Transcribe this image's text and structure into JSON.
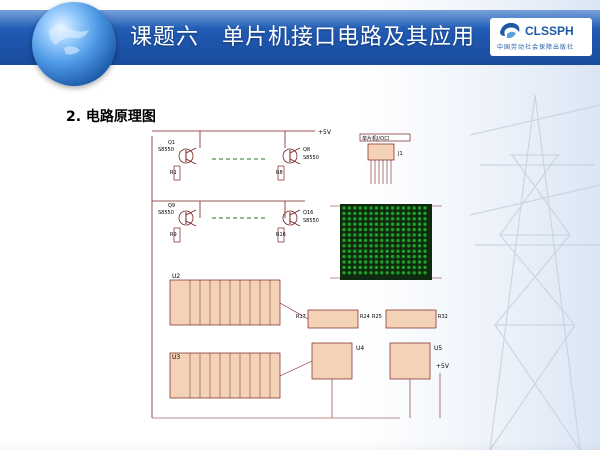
{
  "header": {
    "title": "课题六　单片机接口电路及其应用",
    "logo_text": "CLSSPH",
    "logo_subtitle": "中国劳动社会保障出版社"
  },
  "content": {
    "section_heading": "2. 电路原理图"
  },
  "schematic": {
    "vcc_label": "+5V",
    "vcc_label_u5": "+5V",
    "transistors": [
      {
        "ref": "Q1",
        "model": "S8550"
      },
      {
        "ref": "Q8",
        "model": "S8550"
      },
      {
        "ref": "Q9",
        "model": "S8550"
      },
      {
        "ref": "Q16",
        "model": "S8550"
      }
    ],
    "resistors": [
      {
        "ref": "R1"
      },
      {
        "ref": "R8"
      },
      {
        "ref": "R9"
      },
      {
        "ref": "R16"
      },
      {
        "ref": "R17"
      },
      {
        "ref": "R24"
      },
      {
        "ref": "R25"
      },
      {
        "ref": "R32"
      }
    ],
    "chips": [
      "U2",
      "U3",
      "U4",
      "U5"
    ],
    "connector": {
      "ref": "J1",
      "label": "单片机I/O口"
    }
  },
  "colors": {
    "header_blue": "#1f58b0",
    "matrix_green": "#1f9f2a",
    "schematic_line": "#7a1f1f",
    "chip_fill": "#f3d2b8"
  }
}
